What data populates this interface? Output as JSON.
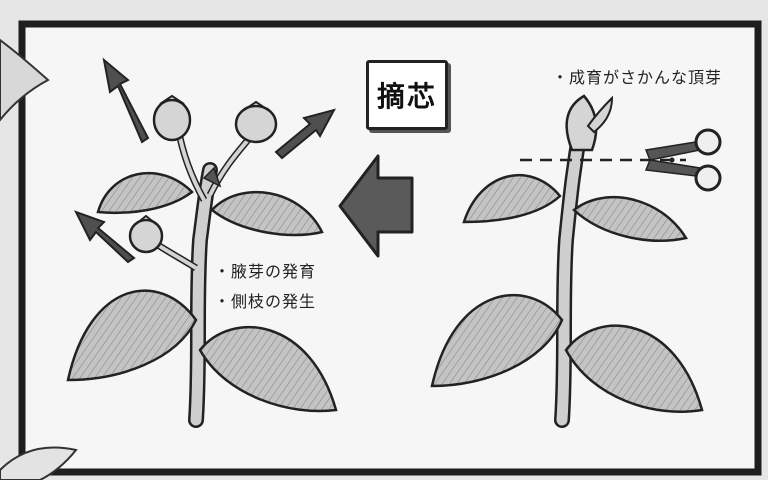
{
  "title": "摘芯",
  "right_plant": {
    "annotation": "・成育がさかんな頂芽"
  },
  "left_plant": {
    "annotation_1": "・腋芽の発育",
    "annotation_2": "・側枝の発生"
  },
  "colors": {
    "frame": "#222222",
    "panel_bg": "#f4f4f4",
    "leaf_fill": "#bdbdbd",
    "arrow_fill": "#5a5a5a"
  },
  "icons": [
    "scissors-icon",
    "left-arrow-icon",
    "growth-arrow-icon"
  ]
}
